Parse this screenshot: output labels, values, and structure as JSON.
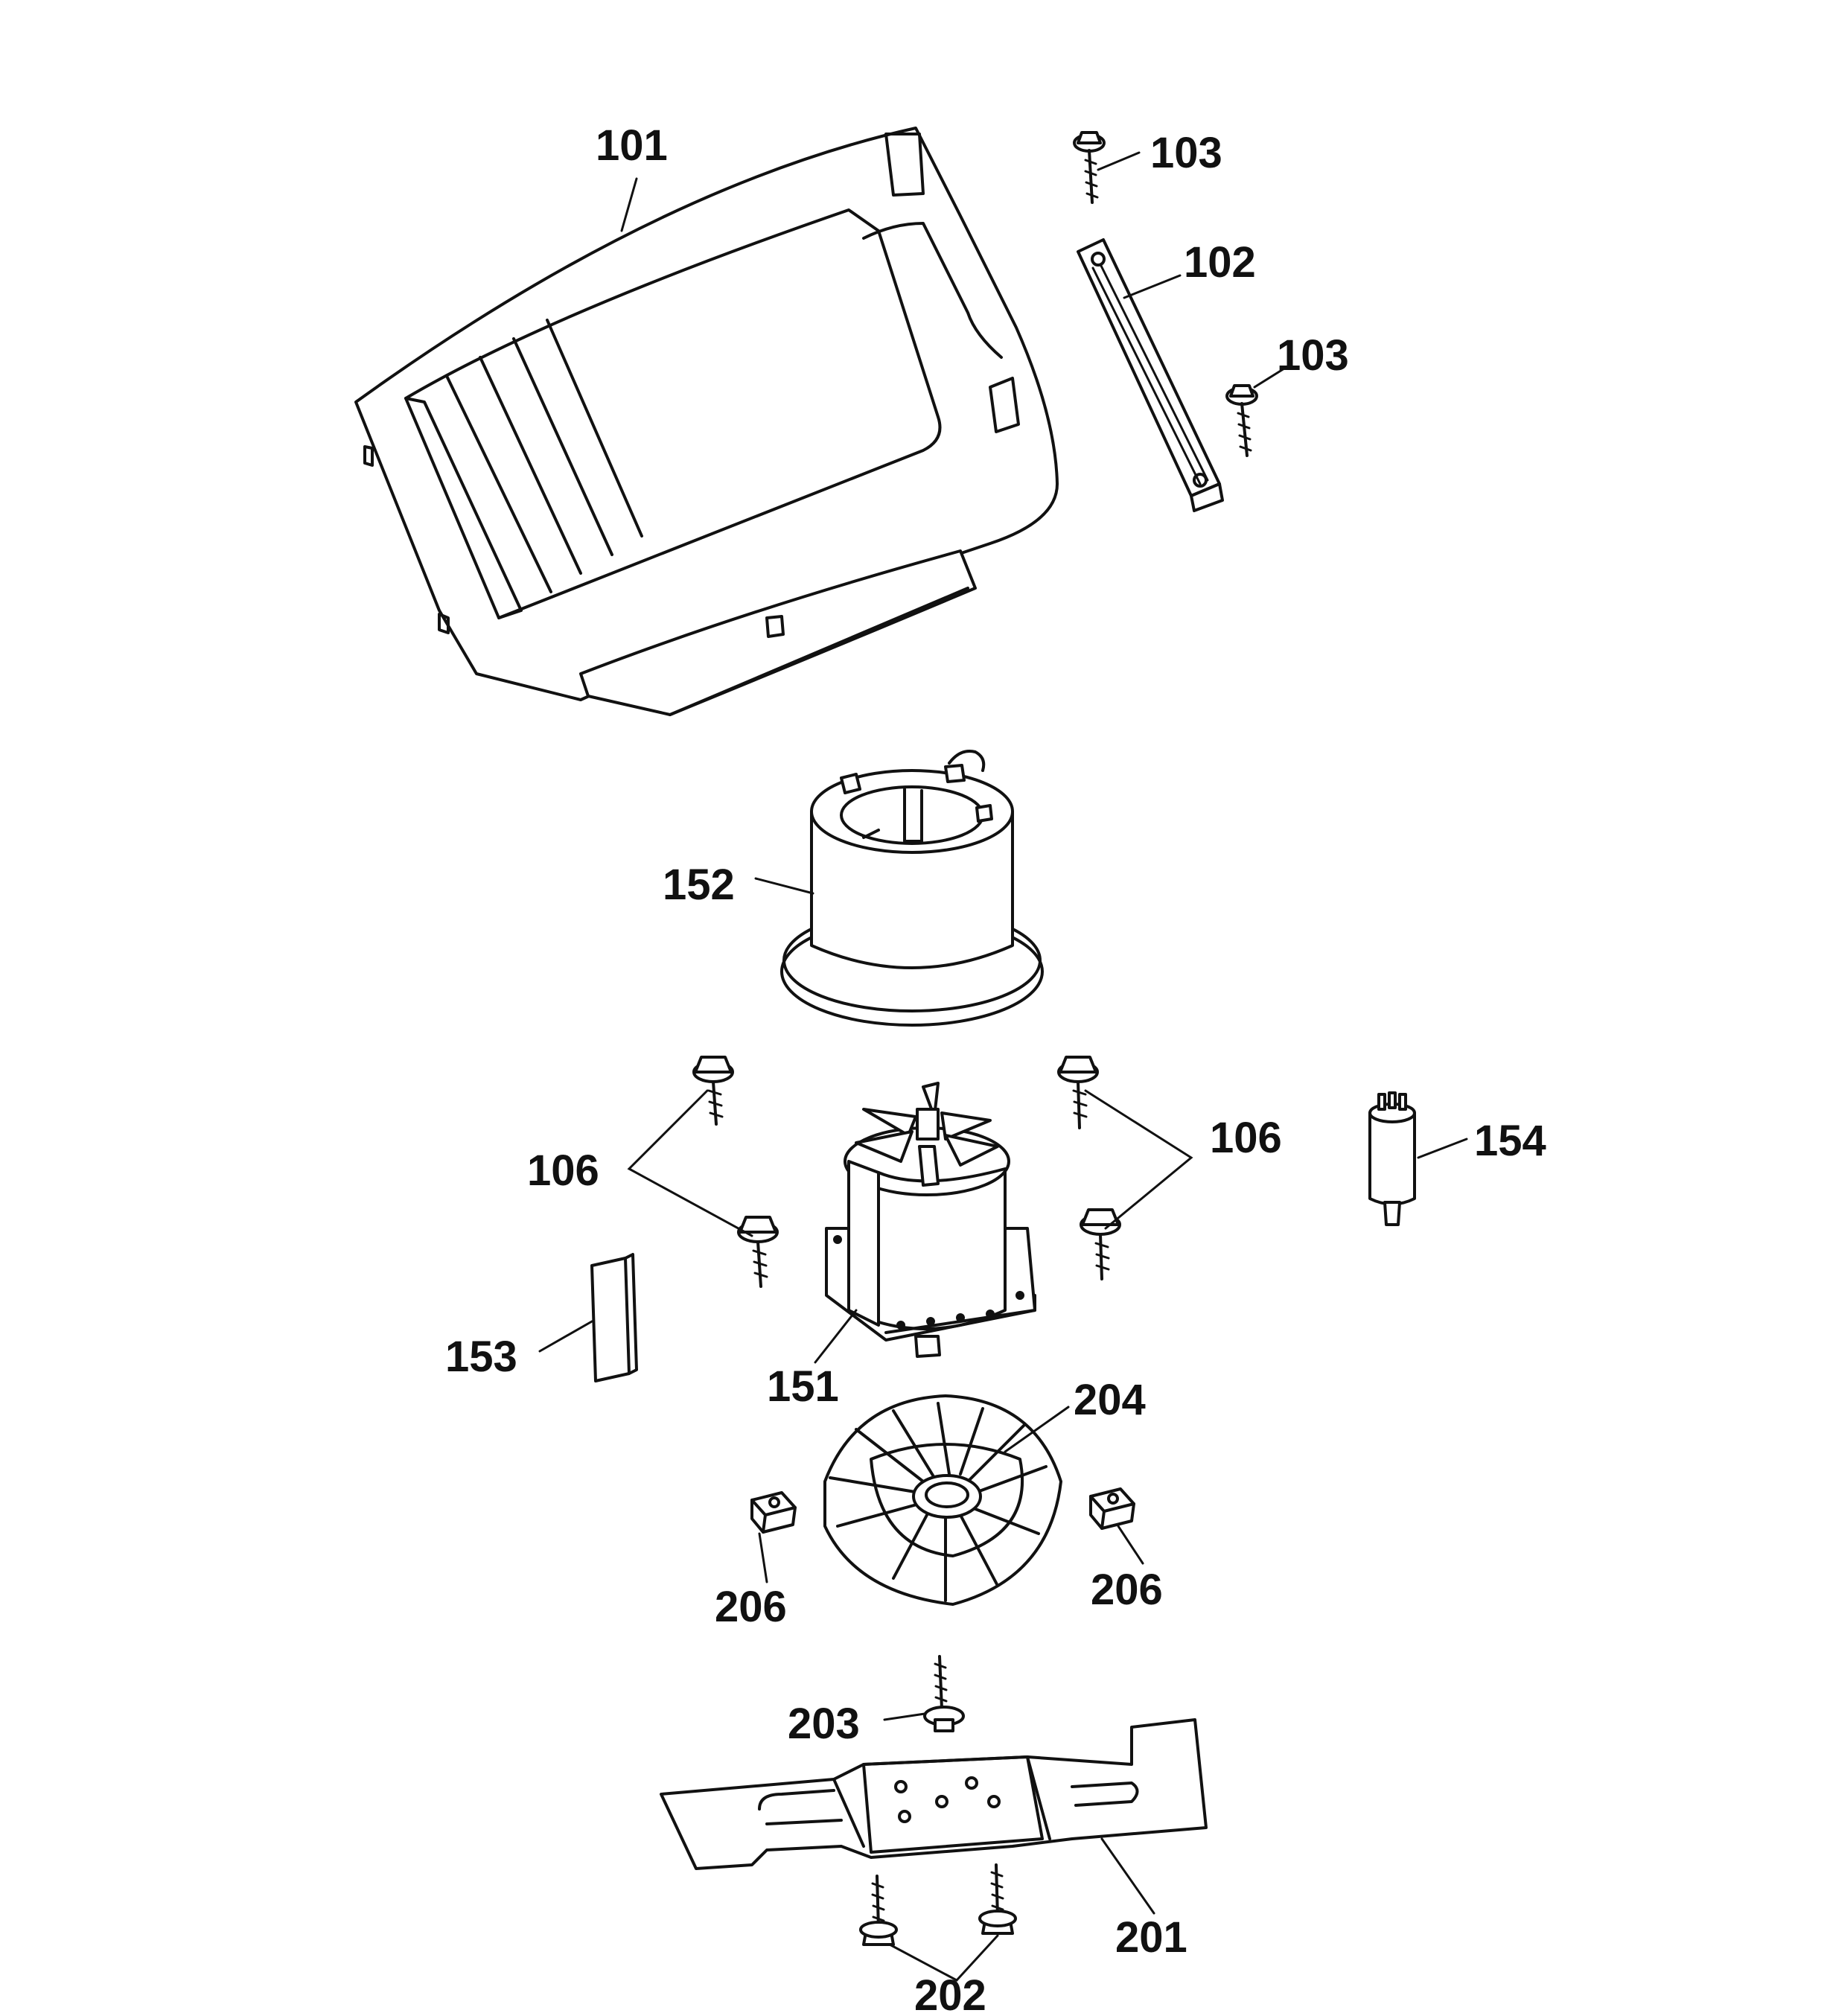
{
  "labels": {
    "l101": "101",
    "l102": "102",
    "l103a": "103",
    "l103b": "103",
    "l152": "152",
    "l106a": "106",
    "l106b": "106",
    "l154": "154",
    "l153": "153",
    "l151": "151",
    "l204": "204",
    "l206a": "206",
    "l206b": "206",
    "l203": "203",
    "l201": "201",
    "l202": "202"
  }
}
